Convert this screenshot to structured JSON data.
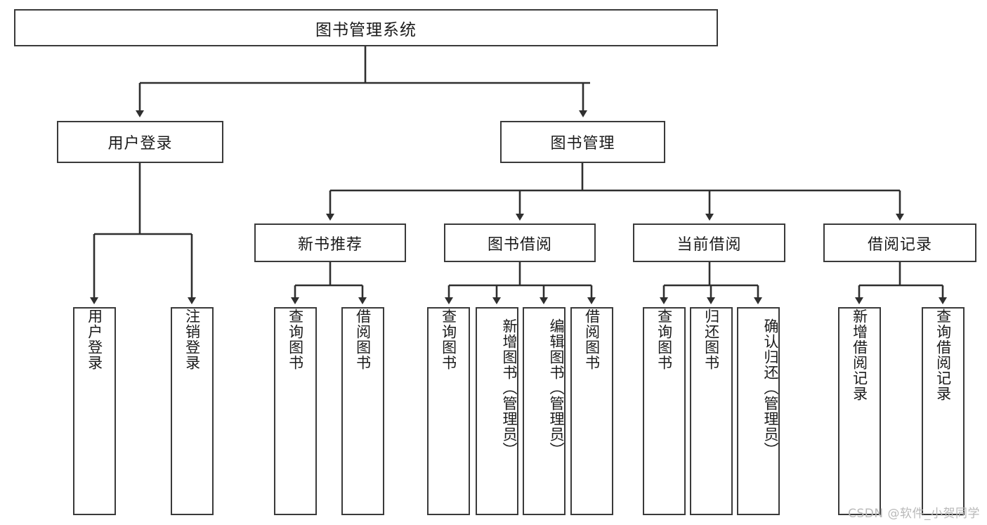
{
  "diagram": {
    "type": "tree",
    "title": "图书管理系统",
    "watermark": "CSDN @软件_小贺同学",
    "colors": {
      "box_border": "#3a3a3a",
      "box_fill": "#ffffff",
      "edge": "#2f2f2f",
      "text": "#1b1b1b",
      "watermark": "#b9b9b9"
    },
    "root": {
      "label": "图书管理系统"
    },
    "level2": [
      {
        "label": "用户登录"
      },
      {
        "label": "图书管理"
      }
    ],
    "level3": [
      {
        "label": "新书推荐"
      },
      {
        "label": "图书借阅"
      },
      {
        "label": "当前借阅"
      },
      {
        "label": "借阅记录"
      }
    ],
    "leaves": {
      "user_login": [
        {
          "label": "用户登录"
        },
        {
          "label": "注销登录"
        }
      ],
      "new_book": [
        {
          "label": "查询图书"
        },
        {
          "label": "借阅图书"
        }
      ],
      "book_borrow": [
        {
          "label": "查询图书"
        },
        {
          "label": "新增图书（管理员）"
        },
        {
          "label": "编辑图书（管理员）"
        },
        {
          "label": "借阅图书"
        }
      ],
      "current_borrow": [
        {
          "label": "查询图书"
        },
        {
          "label": "归还图书"
        },
        {
          "label": "确认归还（管理员）"
        }
      ],
      "borrow_record": [
        {
          "label": "新增借阅记录"
        },
        {
          "label": "查询借阅记录"
        }
      ]
    }
  }
}
